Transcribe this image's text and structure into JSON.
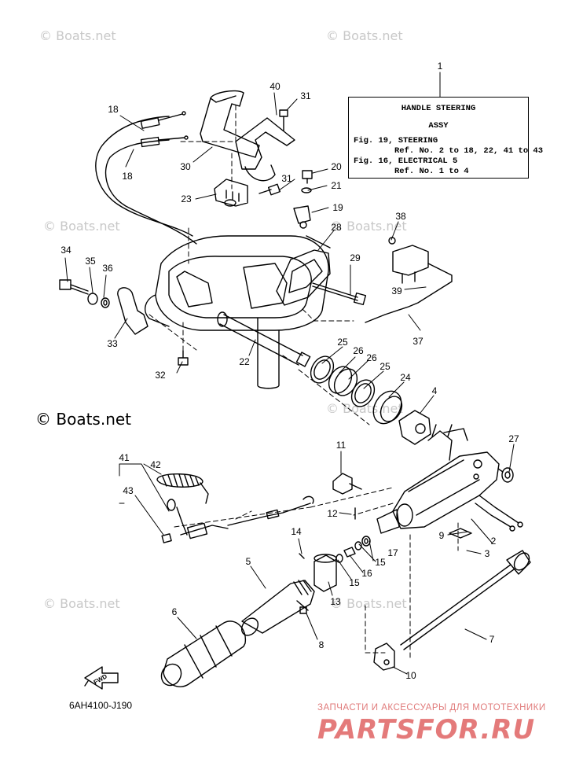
{
  "watermark": "© Boats.net",
  "info_box": {
    "title": "HANDLE STEERING",
    "subtitle": "ASSY",
    "lines": [
      {
        "ref": "Fig. 19, STEERING",
        "detail": "Ref. No. 2 to 18, 22, 41 to 43"
      },
      {
        "ref": "Fig. 16, ELECTRICAL 5",
        "detail": "Ref. No. 1 to 4"
      }
    ]
  },
  "diagram_code": "6AH4100-J190",
  "fwd_label": "FWD",
  "brand": {
    "tagline": "ЗАПЧАСТИ И АКСЕССУАРЫ ДЛЯ МОТОТЕХНИКИ",
    "name": "PARTSFOR.RU"
  },
  "callouts": [
    "1",
    "2",
    "3",
    "4",
    "5",
    "6",
    "7",
    "8",
    "9",
    "10",
    "11",
    "12",
    "13",
    "14",
    "15",
    "15",
    "16",
    "17",
    "18",
    "18",
    "19",
    "20",
    "21",
    "22",
    "23",
    "24",
    "25",
    "25",
    "26",
    "26",
    "27",
    "28",
    "29",
    "30",
    "31",
    "31",
    "32",
    "33",
    "34",
    "35",
    "36",
    "37",
    "38",
    "39",
    "40",
    "41",
    "42",
    "43"
  ]
}
